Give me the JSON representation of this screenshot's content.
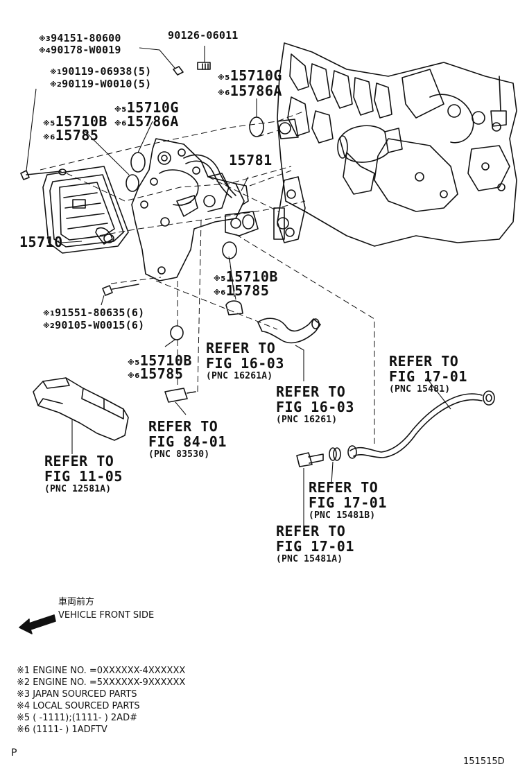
{
  "callouts": {
    "c_94151": {
      "mark": "※3",
      "part": "94151-80600"
    },
    "c_90178": {
      "mark": "※4",
      "part": "90178-W0019"
    },
    "c_90126": "90126-06011",
    "c_90119_1": {
      "mark": "※1",
      "part": "90119-06938(5)"
    },
    "c_90119_2": {
      "mark": "※2",
      "part": "90119-W0010(5)"
    },
    "c_top_15710g": {
      "mark": "※5",
      "part": "15710G"
    },
    "c_top_15786a": {
      "mark": "※6",
      "part": "15786A"
    },
    "c_mid_15710g": {
      "mark": "※5",
      "part": "15710G"
    },
    "c_mid_15786a": {
      "mark": "※6",
      "part": "15786A"
    },
    "c_left_15710b": {
      "mark": "※5",
      "part": "15710B"
    },
    "c_left_15785": {
      "mark": "※6",
      "part": "15785"
    },
    "c_15781": "15781",
    "c_15710": "15710",
    "c_right_15710b": {
      "mark": "※5",
      "part": "15710B"
    },
    "c_right_15785": {
      "mark": "※6",
      "part": "15785"
    },
    "c_91551": {
      "mark": "※1",
      "part": "91551-80635(6)"
    },
    "c_90105": {
      "mark": "※2",
      "part": "90105-W0015(6)"
    },
    "c_low_15710b": {
      "mark": "※5",
      "part": "15710B"
    },
    "c_low_15785": {
      "mark": "※6",
      "part": "15785"
    }
  },
  "refers": [
    {
      "line1": "REFER TO",
      "line2": "FIG 16-03",
      "pnc": "(PNC 16261A)"
    },
    {
      "line1": "REFER TO",
      "line2": "FIG 17-01",
      "pnc": "(PNC 15481)"
    },
    {
      "line1": "REFER TO",
      "line2": "FIG 16-03",
      "pnc": "(PNC 16261)"
    },
    {
      "line1": "REFER TO",
      "line2": "FIG 84-01",
      "pnc": "(PNC 83530)"
    },
    {
      "line1": "REFER TO",
      "line2": "FIG 11-05",
      "pnc": "(PNC 12581A)"
    },
    {
      "line1": "REFER TO",
      "line2": "FIG 17-01",
      "pnc": "(PNC 15481B)"
    },
    {
      "line1": "REFER TO",
      "line2": "FIG 17-01",
      "pnc": "(PNC 15481A)"
    }
  ],
  "front": {
    "jp": "車両前方",
    "en": "VEHICLE FRONT SIDE"
  },
  "legend": [
    "※1 ENGINE NO. =0XXXXXX-4XXXXXX",
    "※2 ENGINE NO. =5XXXXXX-9XXXXXX",
    "※3 JAPAN SOURCED PARTS",
    "※4 LOCAL SOURCED PARTS",
    "※5 (      -1111);(1111-      ) 2AD#",
    "※6 (1111-      ) 1ADFTV"
  ],
  "corner_letter": "P",
  "figure_id": "151515D"
}
